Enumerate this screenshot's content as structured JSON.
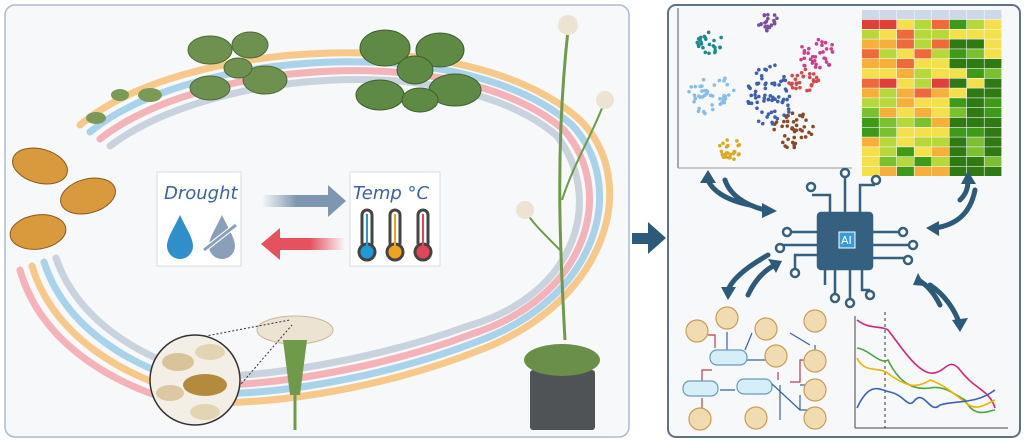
{
  "left_panel": {
    "drought_box": {
      "label": "Drought",
      "icons": [
        "water-drop-icon",
        "no-water-drop-icon"
      ]
    },
    "temp_box": {
      "label": "Temp °C",
      "icons": [
        "thermometer-cold-icon",
        "thermometer-warm-icon",
        "thermometer-hot-icon"
      ]
    },
    "arrow_colors": {
      "drought_to_temp": "#7f96b0",
      "temp_to_drought": "#e5525e"
    },
    "cycle_ring_colors": [
      "#f6c98a",
      "#a9d3ea",
      "#f3b3b8",
      "#c9d3de"
    ]
  },
  "right_panel": {
    "chip": {
      "label": "AI",
      "color": "#35607f"
    },
    "cluster_colors": [
      "#1f8a8a",
      "#7a4fa0",
      "#3f5fb5",
      "#cc3e8f",
      "#88bde8",
      "#d44a4a",
      "#8a4a2a",
      "#d9aa1e"
    ],
    "line_chart_series_colors": [
      "#d6237a",
      "#4aa83a",
      "#f0b400",
      "#3a63b8"
    ]
  },
  "connector_arrow_color": "#2e5a7a"
}
